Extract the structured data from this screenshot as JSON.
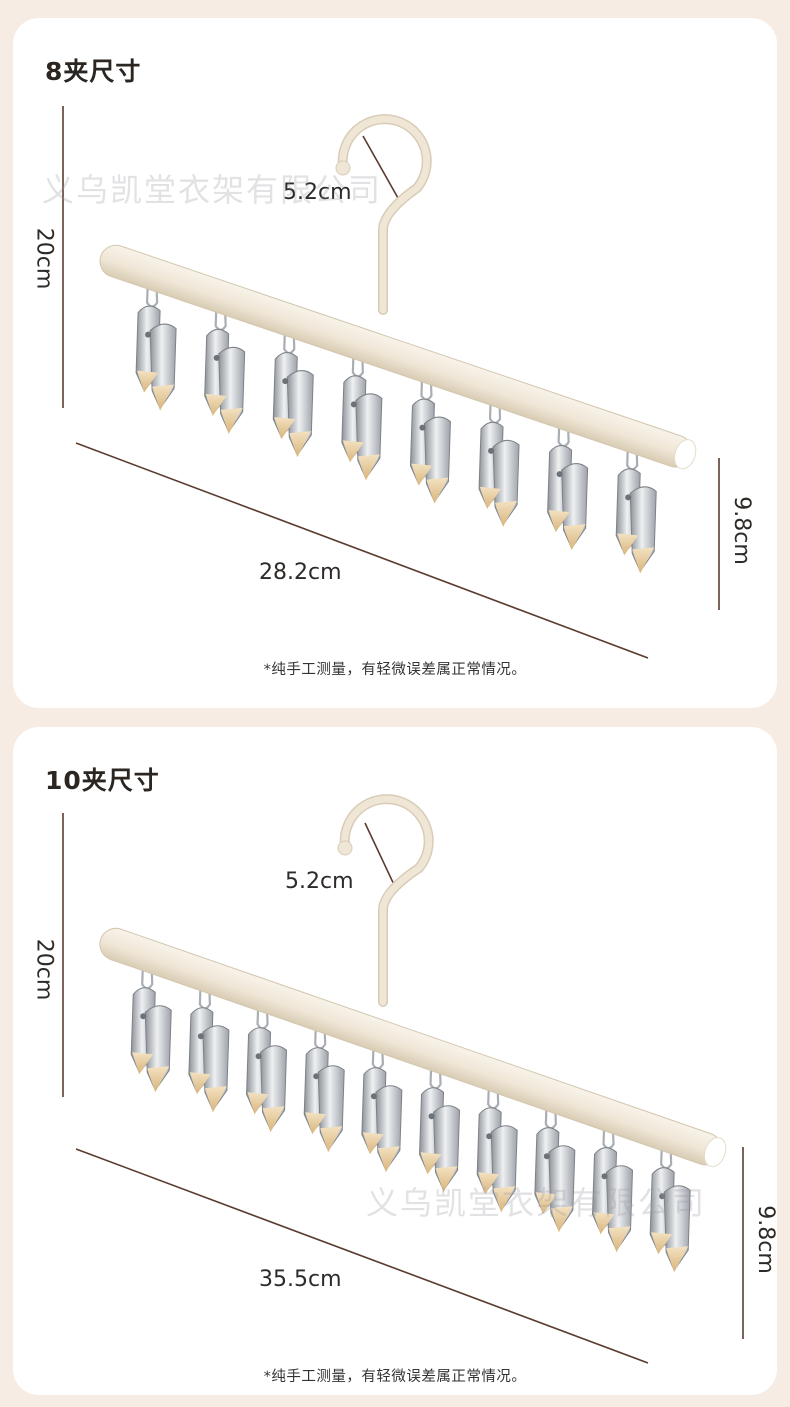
{
  "panels": [
    {
      "title": "8夹尺寸",
      "hook_size": "5.2cm",
      "height": "20cm",
      "width": "28.2cm",
      "clip_drop": "9.8cm",
      "clip_count": 8,
      "note": "*纯手工测量，有轻微误差属正常情况。"
    },
    {
      "title": "10夹尺寸",
      "hook_size": "5.2cm",
      "height": "20cm",
      "width": "35.5cm",
      "clip_drop": "9.8cm",
      "clip_count": 10,
      "note": "*纯手工测量，有轻微误差属正常情况。"
    }
  ],
  "watermark": "义乌凯堂衣架有限公司",
  "colors": {
    "bar": "#efe6d6",
    "bar_shade": "#d9ccb4",
    "metal": "#c9ccd1",
    "clip_tip": "#e9cfa2",
    "dim_line": "#5a3c2e",
    "background": "#f7ece4"
  }
}
